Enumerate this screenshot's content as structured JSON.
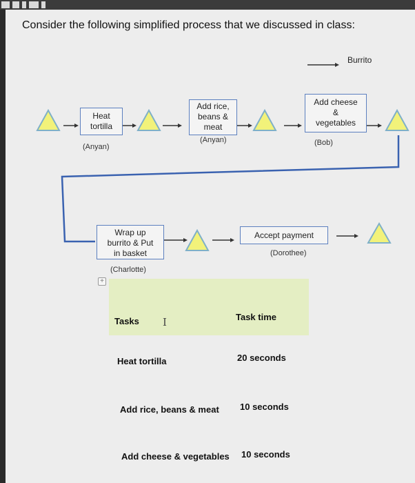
{
  "heading": "Consider the following simplified process that we discussed in class:",
  "flow": {
    "output_label": "Burrito",
    "step1": {
      "label_line1": "Heat",
      "label_line2": "tortilla",
      "owner": "(Anyan)"
    },
    "step2": {
      "label_line1": "Add rice,",
      "label_line2": "beans &",
      "label_line3": "meat",
      "owner": "(Anyan)"
    },
    "step3": {
      "label_line1": "Add cheese",
      "label_line2": "&",
      "label_line3": "vegetables",
      "owner": "(Bob)"
    },
    "step4": {
      "label_line1": "Wrap up",
      "label_line2": "burrito & Put",
      "label_line3": "in basket",
      "owner": "(Charlotte)"
    },
    "step5": {
      "label": "Accept payment",
      "owner": "(Dorothee)"
    }
  },
  "table": {
    "headers": {
      "tasks": "Tasks",
      "task_time": "Task time"
    },
    "rows": [
      {
        "task": "Heat tortilla",
        "time": "20 seconds"
      },
      {
        "task": "Add rice, beans & meat",
        "time": "10 seconds"
      },
      {
        "task": "Add cheese & vegetables",
        "time": "10 seconds"
      }
    ]
  },
  "colors": {
    "triangle_fill": "#f2f27a",
    "triangle_stroke": "#7fb0c8",
    "line": "#3a62b0",
    "table_header_bg": "#e4eec3"
  }
}
